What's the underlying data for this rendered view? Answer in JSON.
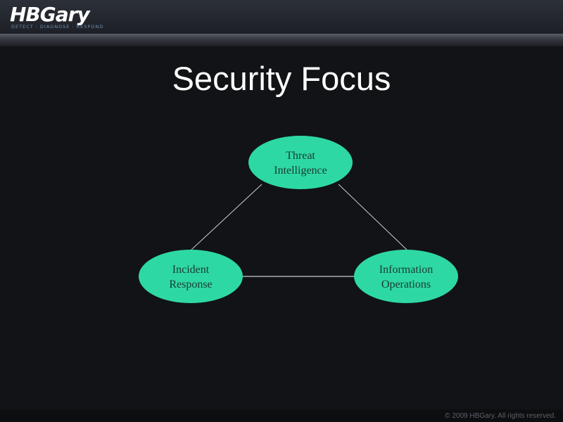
{
  "logo": {
    "name": "HBGary",
    "tagline": "DETECT · DIAGNOSE · RESPOND"
  },
  "slide": {
    "title": "Security Focus"
  },
  "diagram": {
    "nodes": [
      {
        "id": "threat-intelligence",
        "lines": [
          "Threat",
          "Intelligence"
        ]
      },
      {
        "id": "incident-response",
        "lines": [
          "Incident",
          "Response"
        ]
      },
      {
        "id": "information-operations",
        "lines": [
          "Information",
          "Operations"
        ]
      }
    ],
    "edges": [
      [
        "threat-intelligence",
        "incident-response"
      ],
      [
        "threat-intelligence",
        "information-operations"
      ],
      [
        "incident-response",
        "information-operations"
      ]
    ],
    "node_fill": "#2ed8a4",
    "edge_color": "#c9ced4"
  },
  "footer": {
    "copyright": "© 2009 HBGary.  All rights reserved."
  }
}
